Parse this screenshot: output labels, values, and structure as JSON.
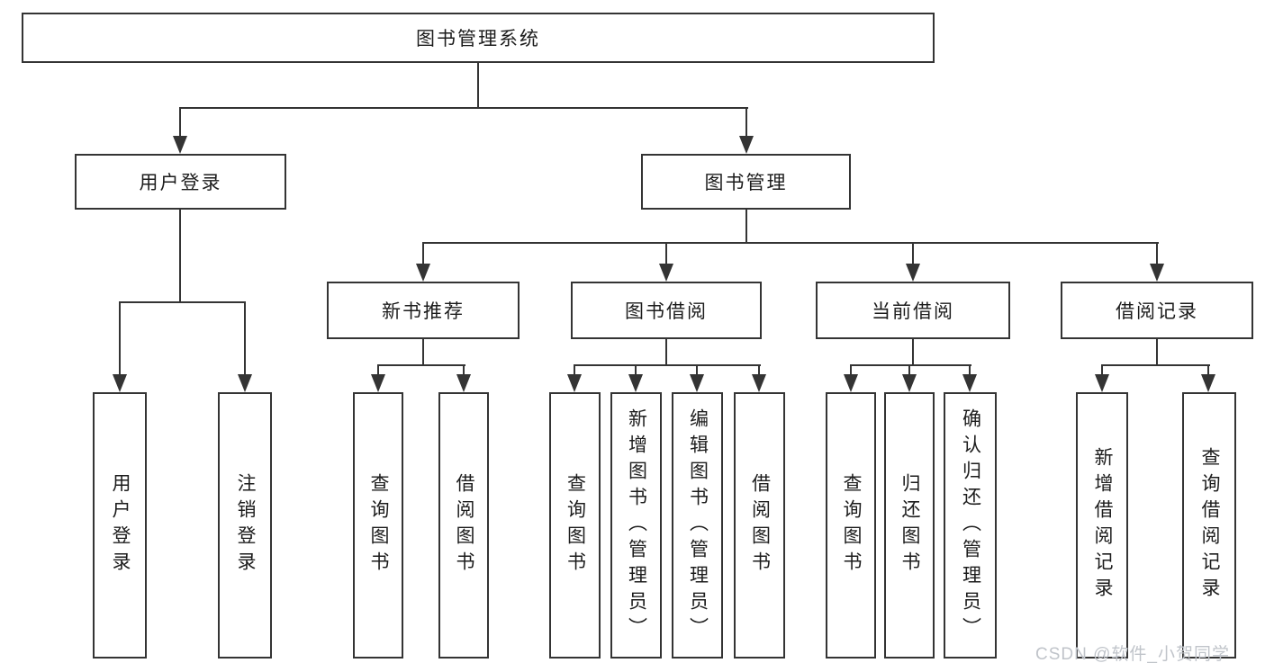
{
  "diagram": {
    "root": {
      "label": "图书管理系统"
    },
    "branches": [
      {
        "label": "用户登录",
        "children": [
          {
            "label": "用户登录"
          },
          {
            "label": "注销登录"
          }
        ]
      },
      {
        "label": "图书管理",
        "children": [
          {
            "label": "新书推荐",
            "children": [
              {
                "label": "查询图书"
              },
              {
                "label": "借阅图书"
              }
            ]
          },
          {
            "label": "图书借阅",
            "children": [
              {
                "label": "查询图书"
              },
              {
                "label": "新增图书（管理员）"
              },
              {
                "label": "编辑图书（管理员）"
              },
              {
                "label": "借阅图书"
              }
            ]
          },
          {
            "label": "当前借阅",
            "children": [
              {
                "label": "查询图书"
              },
              {
                "label": "归还图书"
              },
              {
                "label": "确认归还（管理员）"
              }
            ]
          },
          {
            "label": "借阅记录",
            "children": [
              {
                "label": "新增借阅记录"
              },
              {
                "label": "查询借阅记录"
              }
            ]
          }
        ]
      }
    ]
  },
  "watermark": {
    "text": "CSDN @软件_小贺同学"
  },
  "colors": {
    "line": "#343434",
    "text": "#1c1c1c",
    "watermark": "#c0c4ca",
    "background": "#ffffff"
  }
}
